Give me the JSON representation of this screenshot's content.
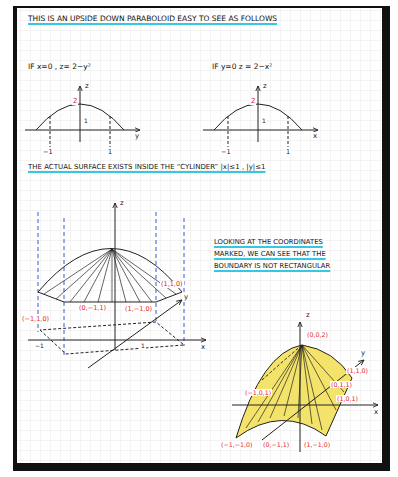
{
  "diagram": {
    "title": "THIS IS AN UPSIDE DOWN PARABOLOID EASY TO SEE AS FOLLOWS",
    "labels": [
      "IF x=0 , z= 2−y²",
      "IF y=0  z = 2−x²",
      "z",
      "2",
      "1",
      "−1",
      "1",
      "y",
      "z",
      "2",
      "1",
      "−1",
      "1",
      "x",
      "THE ACTUAL SURFACE EXISTS INSIDE THE “CYLINDER”  |x|≤1 , |y|≤1",
      "z",
      "(−1,1,0)",
      "(0,−1,1)",
      "(1,−1,0)",
      "(1,1,0)",
      "−1",
      "1",
      "x",
      "y",
      "LOOKING AT THE COORDINATES MARKED, WE CAN SEE THAT THE BOUNDARY IS NOT RECTANGULAR",
      "z",
      "(0,0,2)",
      "(1,1,0)",
      "(0,1,1)",
      "(1,0,1)",
      "(−1,0,1)",
      "(−1,−1,0)",
      "(0,−1,1)",
      "(1,−1,0)",
      "x",
      "y"
    ]
  }
}
